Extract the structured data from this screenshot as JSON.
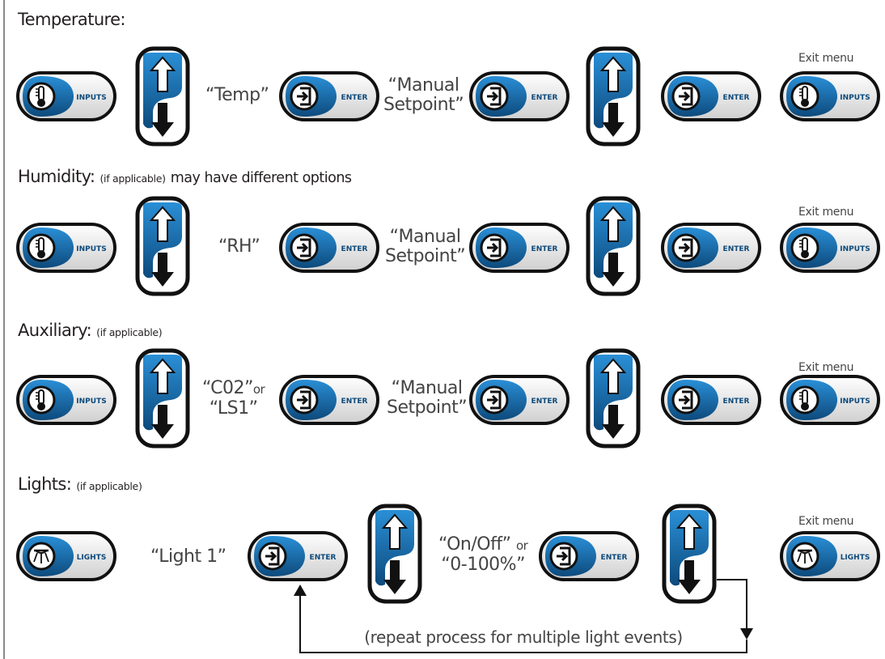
{
  "sections": {
    "temperature": {
      "title": "Temperature:",
      "label_a": "“Temp”",
      "label_b1": "“Manual",
      "label_b2": "Setpoint”",
      "exit": "Exit menu"
    },
    "humidity": {
      "title": "Humidity:",
      "note": "(if applicable)",
      "note2": "may have different options",
      "label_a": "“RH”",
      "label_b1": "“Manual",
      "label_b2": "Setpoint”",
      "exit": "Exit menu"
    },
    "auxiliary": {
      "title": "Auxiliary:",
      "note": "(if applicable)",
      "label_a1": "“C02”",
      "label_a_or": "or",
      "label_a2": "“LS1”",
      "label_b1": "“Manual",
      "label_b2": "Setpoint”",
      "exit": "Exit menu"
    },
    "lights": {
      "title": "Lights:",
      "note": "(if applicable)",
      "label_a": "“Light 1”",
      "label_b1": "“On/Off”",
      "label_b_or": "or",
      "label_b2": "“0-100%”",
      "exit": "Exit menu",
      "repeat": "(repeat process for multiple light events)"
    }
  },
  "buttons": {
    "inputs": "INPUTS",
    "enter": "ENTER",
    "lights": "LIGHTS"
  },
  "icons": {
    "inputs": "thermometer-icon",
    "enter": "enter-icon",
    "lights": "light-icon",
    "updown": "up-down-arrows-icon"
  },
  "colors": {
    "brand_blue": "#1b75bb",
    "dark_blue": "#0d4a7c",
    "outline": "#111111",
    "pill_bg": "#e9e9e9"
  }
}
